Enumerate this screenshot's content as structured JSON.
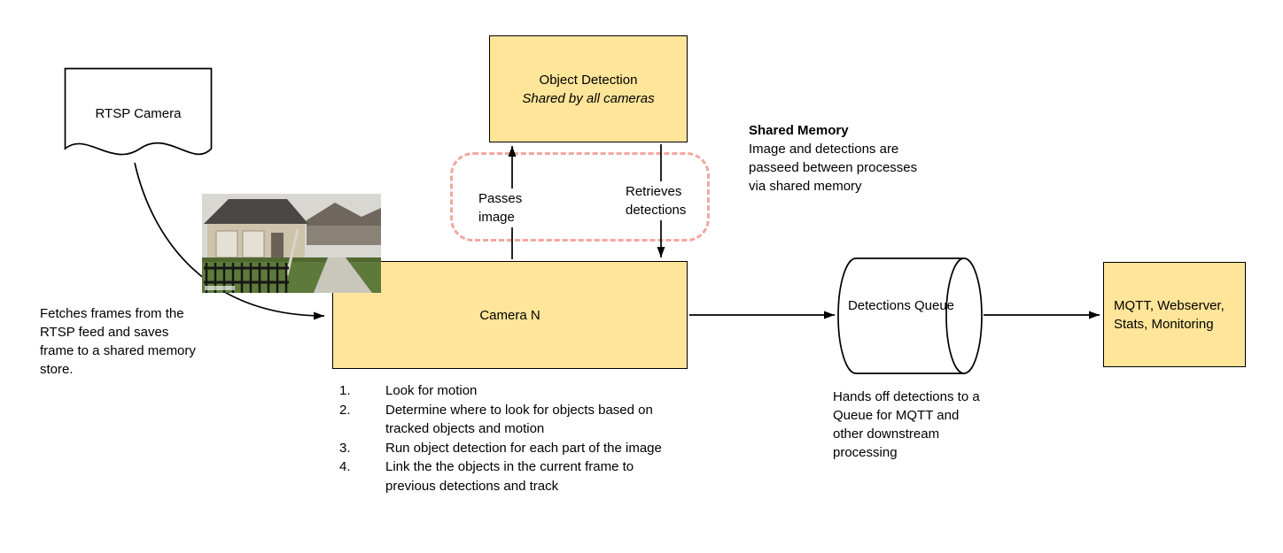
{
  "diagram": {
    "colors": {
      "node_fill": "#FFE599",
      "node_border": "#000000",
      "shared_memory_dash": "#F4A79E",
      "background": "#FFFFFF"
    },
    "rtsp_camera": {
      "label": "RTSP Camera"
    },
    "fetch_note": "Fetches frames from the RTSP feed and saves frame to a shared memory store.",
    "object_detection": {
      "title": "Object Detection",
      "subtitle": "Shared by all cameras"
    },
    "passes_image_label": "Passes image",
    "retrieves_detections_label": "Retrieves detections",
    "shared_memory_note": {
      "title": "Shared Memory",
      "body": "Image and detections are passeed between processes via shared memory"
    },
    "camera_n": {
      "label": "Camera N"
    },
    "camera_steps": [
      {
        "num": "1.",
        "text": "Look for motion"
      },
      {
        "num": "2.",
        "text": "Determine where to look for objects based on tracked objects and motion"
      },
      {
        "num": "3.",
        "text": "Run object detection for each part of the image"
      },
      {
        "num": "4.",
        "text": "Link the the objects in the current frame to previous detections and track"
      }
    ],
    "detections_queue": {
      "label": "Detections Queue"
    },
    "queue_note": "Hands off detections to a Queue for MQTT and other downstream processing",
    "output_box": {
      "label": "MQTT, Webserver, Stats, Monitoring"
    }
  }
}
